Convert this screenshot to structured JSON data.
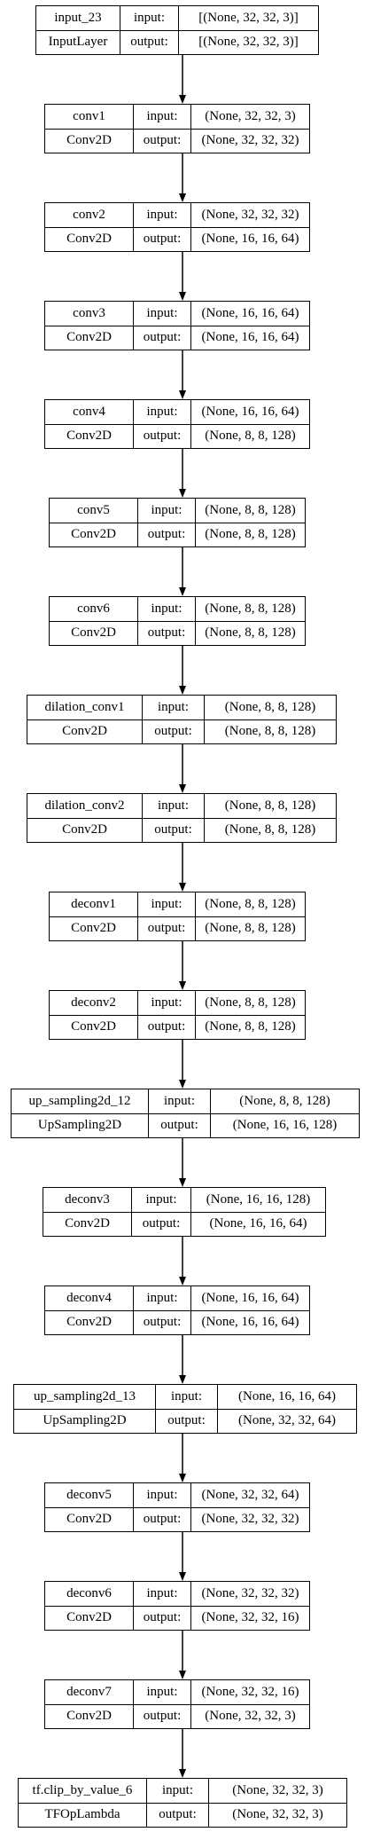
{
  "io_labels": {
    "input": "input:",
    "output": "output:"
  },
  "layers": [
    {
      "name": "input_23",
      "type": "InputLayer",
      "input": "[(None, 32, 32, 3)]",
      "output": "[(None, 32, 32, 3)]"
    },
    {
      "name": "conv1",
      "type": "Conv2D",
      "input": "(None, 32, 32, 3)",
      "output": "(None, 32, 32, 32)"
    },
    {
      "name": "conv2",
      "type": "Conv2D",
      "input": "(None, 32, 32, 32)",
      "output": "(None, 16, 16, 64)"
    },
    {
      "name": "conv3",
      "type": "Conv2D",
      "input": "(None, 16, 16, 64)",
      "output": "(None, 16, 16, 64)"
    },
    {
      "name": "conv4",
      "type": "Conv2D",
      "input": "(None, 16, 16, 64)",
      "output": "(None, 8, 8, 128)"
    },
    {
      "name": "conv5",
      "type": "Conv2D",
      "input": "(None, 8, 8, 128)",
      "output": "(None, 8, 8, 128)"
    },
    {
      "name": "conv6",
      "type": "Conv2D",
      "input": "(None, 8, 8, 128)",
      "output": "(None, 8, 8, 128)"
    },
    {
      "name": "dilation_conv1",
      "type": "Conv2D",
      "input": "(None, 8, 8, 128)",
      "output": "(None, 8, 8, 128)"
    },
    {
      "name": "dilation_conv2",
      "type": "Conv2D",
      "input": "(None, 8, 8, 128)",
      "output": "(None, 8, 8, 128)"
    },
    {
      "name": "deconv1",
      "type": "Conv2D",
      "input": "(None, 8, 8, 128)",
      "output": "(None, 8, 8, 128)"
    },
    {
      "name": "deconv2",
      "type": "Conv2D",
      "input": "(None, 8, 8, 128)",
      "output": "(None, 8, 8, 128)"
    },
    {
      "name": "up_sampling2d_12",
      "type": "UpSampling2D",
      "input": "(None, 8, 8, 128)",
      "output": "(None, 16, 16, 128)"
    },
    {
      "name": "deconv3",
      "type": "Conv2D",
      "input": "(None, 16, 16, 128)",
      "output": "(None, 16, 16, 64)"
    },
    {
      "name": "deconv4",
      "type": "Conv2D",
      "input": "(None, 16, 16, 64)",
      "output": "(None, 16, 16, 64)"
    },
    {
      "name": "up_sampling2d_13",
      "type": "UpSampling2D",
      "input": "(None, 16, 16, 64)",
      "output": "(None, 32, 32, 64)"
    },
    {
      "name": "deconv5",
      "type": "Conv2D",
      "input": "(None, 32, 32, 64)",
      "output": "(None, 32, 32, 32)"
    },
    {
      "name": "deconv6",
      "type": "Conv2D",
      "input": "(None, 32, 32, 32)",
      "output": "(None, 32, 32, 16)"
    },
    {
      "name": "deconv7",
      "type": "Conv2D",
      "input": "(None, 32, 32, 16)",
      "output": "(None, 32, 32, 3)"
    },
    {
      "name": "tf.clip_by_value_6",
      "type": "TFOpLambda",
      "input": "(None, 32, 32, 3)",
      "output": "(None, 32, 32, 3)"
    }
  ]
}
